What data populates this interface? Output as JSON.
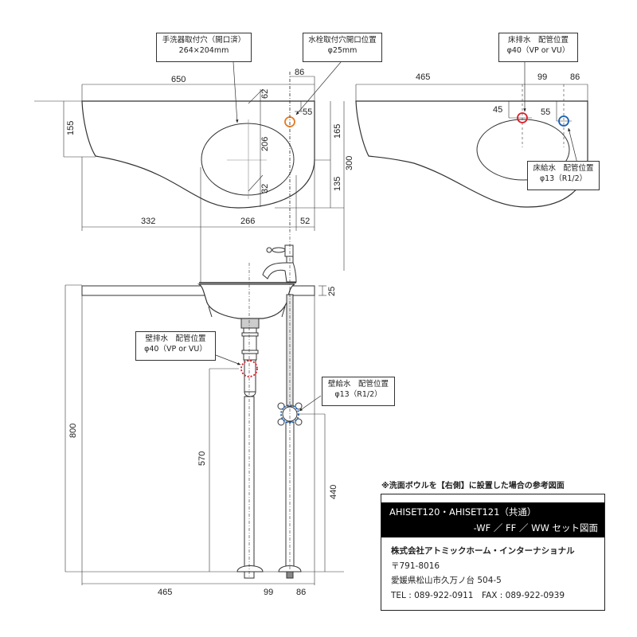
{
  "drawing": {
    "note": "※洗面ボウルを【右側】に設置した場合の参考図面",
    "title_line1": "AHISET120・AHISET121（共通）",
    "title_line2": "-WF ／ FF ／ WW セット図面",
    "company": {
      "name": "株式会社アトミックホーム・インターナショナル",
      "postal": "〒791-8016",
      "address": "愛媛県松山市久万ノ台 504-5",
      "phone_fax": "TEL : 089-922-0911　FAX : 089-922-0939"
    }
  },
  "callouts": {
    "basin_hole": {
      "line1": "手洗器取付穴（開口済）",
      "line2": "264×204mm"
    },
    "faucet_hole": {
      "line1": "水栓取付穴開口位置",
      "line2": "φ25mm"
    },
    "floor_drain": {
      "line1": "床排水　配管位置",
      "line2": "φ40（VP or VU）"
    },
    "floor_supply": {
      "line1": "床給水　配管位置",
      "line2": "φ13（R1/2）"
    },
    "wall_drain": {
      "line1": "壁排水　配管位置",
      "line2": "φ40（VP or VU）"
    },
    "wall_supply": {
      "line1": "壁給水　配管位置",
      "line2": "φ13（R1/2）"
    }
  },
  "dimensions": {
    "top_left_view": {
      "overall_width": "650",
      "faucet_offset": "86",
      "depth_left": "155",
      "bowl_top_gap": "62",
      "bowl_depth": "206",
      "bowl_bottom_gap": "32",
      "faucet_from_back": "55",
      "depth_front": "165",
      "depth_rear": "135",
      "total_depth": "300",
      "left_span": "332",
      "bowl_width": "266",
      "right_span": "52"
    },
    "top_right_view": {
      "left_span": "465",
      "drain_to_supply": "99",
      "supply_to_edge": "86",
      "drain_from_back": "45",
      "supply_from_back": "55"
    },
    "elevation": {
      "counter_thickness": "25",
      "total_height": "800",
      "drain_height": "570",
      "supply_height": "440",
      "left_span": "465",
      "drain_to_supply": "99",
      "supply_to_edge": "86"
    }
  },
  "colors": {
    "faucet_hole": "#e87a1e",
    "drain": "#d9202a",
    "supply": "#1a5fb4"
  }
}
